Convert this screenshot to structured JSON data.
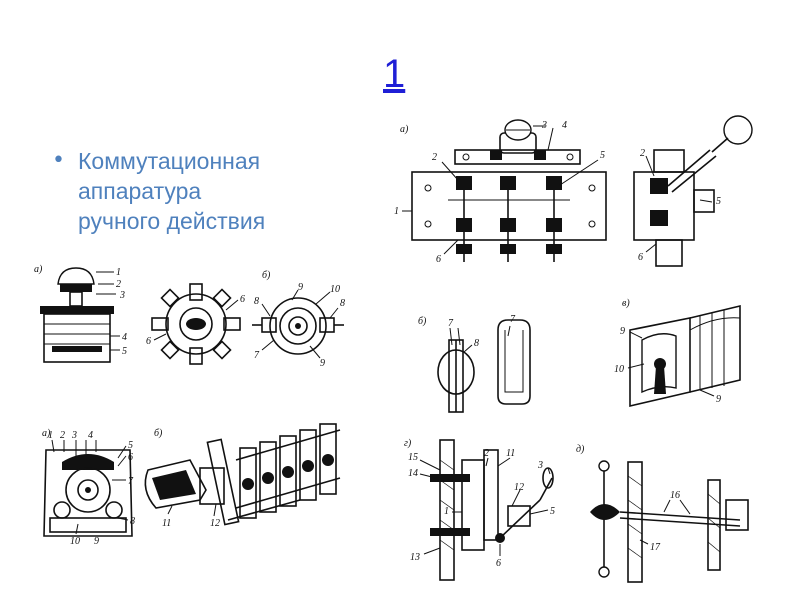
{
  "slide": {
    "number": "1",
    "bullet_lines": [
      "Коммутационная",
      "аппаратура",
      "ручного действия"
    ]
  },
  "fig_top_right": {
    "label_a": "а)",
    "numbers_a": [
      "3",
      "4",
      "2",
      "5",
      "1",
      "6",
      "2",
      "5",
      "6"
    ],
    "label_b": "б)",
    "numbers_b": [
      "7",
      "8",
      "7"
    ],
    "label_v": "в)",
    "numbers_v": [
      "9",
      "10",
      "9"
    ],
    "label_g": "г)",
    "numbers_g": [
      "15",
      "14",
      "2",
      "11",
      "3",
      "12",
      "5",
      "1",
      "13",
      "6"
    ],
    "label_d": "д)",
    "numbers_d": [
      "16",
      "17"
    ]
  },
  "fig_mid_left": {
    "label_a": "а)",
    "numbers_a": [
      "1",
      "2",
      "3",
      "4",
      "5"
    ],
    "numbers_center": [
      "6",
      "6"
    ],
    "label_b": "б)",
    "numbers_b": [
      "9",
      "10",
      "8",
      "8",
      "7",
      "9"
    ]
  },
  "fig_bottom_left": {
    "label_a": "а)",
    "numbers_a": [
      "1",
      "2",
      "3",
      "4",
      "5",
      "6",
      "7",
      "8",
      "9",
      "10"
    ],
    "label_b": "б)",
    "numbers_b": [
      "11",
      "12"
    ]
  }
}
